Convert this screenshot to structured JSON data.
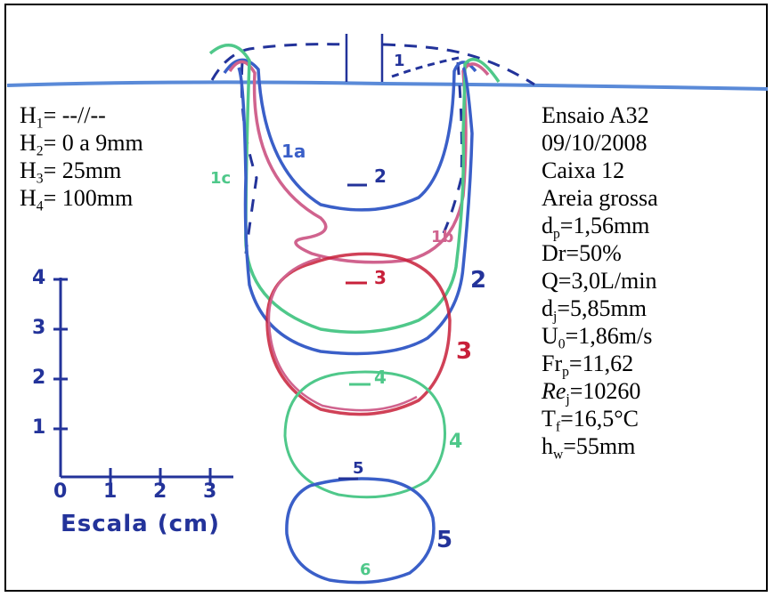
{
  "left_params": [
    {
      "base": "H",
      "sub": "1",
      "rest": "= --//--"
    },
    {
      "base": "H",
      "sub": "2",
      "rest": "= 0 a 9mm"
    },
    {
      "base": "H",
      "sub": "3",
      "rest": "= 25mm"
    },
    {
      "base": "H",
      "sub": "4",
      "rest": "= 100mm"
    }
  ],
  "right_params": [
    {
      "base": "Ensaio A32",
      "sub": "",
      "rest": "",
      "italic": false
    },
    {
      "base": "09/10/2008",
      "sub": "",
      "rest": "",
      "italic": false
    },
    {
      "base": "Caixa 12",
      "sub": "",
      "rest": "",
      "italic": false
    },
    {
      "base": "Areia grossa",
      "sub": "",
      "rest": "",
      "italic": false
    },
    {
      "base": "d",
      "sub": "p",
      "rest": "=1,56mm",
      "italic": false
    },
    {
      "base": "Dr=50%",
      "sub": "",
      "rest": "",
      "italic": false
    },
    {
      "base": "Q=3,0L/min",
      "sub": "",
      "rest": "",
      "italic": false
    },
    {
      "base": "d",
      "sub": "j",
      "rest": "=5,85mm",
      "italic": false
    },
    {
      "base": "U",
      "sub": "0",
      "rest": "=1,86m/s",
      "italic": false
    },
    {
      "base": "Fr",
      "sub": "p",
      "rest": "=11,62",
      "italic": false
    },
    {
      "base": "Re",
      "sub": "j",
      "rest": "=10260",
      "italic": true
    },
    {
      "base": "T",
      "sub": "f",
      "rest": "=16,5°C",
      "italic": false
    },
    {
      "base": "h",
      "sub": "w",
      "rest": "=55mm",
      "italic": false
    }
  ],
  "curve_labels": {
    "l1": "1",
    "l1a": "1a",
    "l1b": "1b",
    "l1c": "1c",
    "l2_inner": "2",
    "l2_outer": "2",
    "l3_inner": "3",
    "l3_outer": "3",
    "l4_inner": "4",
    "l4_outer": "4",
    "l5_inner": "5",
    "l5_outer": "5",
    "l6": "6"
  },
  "scale": {
    "y_ticks": [
      "4",
      "3",
      "2",
      "1"
    ],
    "x_ticks": [
      "0",
      "1",
      "2",
      "3"
    ],
    "caption": "Escala (cm)"
  },
  "colors": {
    "blue": "#3a5fc8",
    "dark_blue": "#23339a",
    "pink": "#d0638e",
    "red": "#c8203a",
    "green": "#4fc88a",
    "light_blue": "#5a8ad8"
  }
}
